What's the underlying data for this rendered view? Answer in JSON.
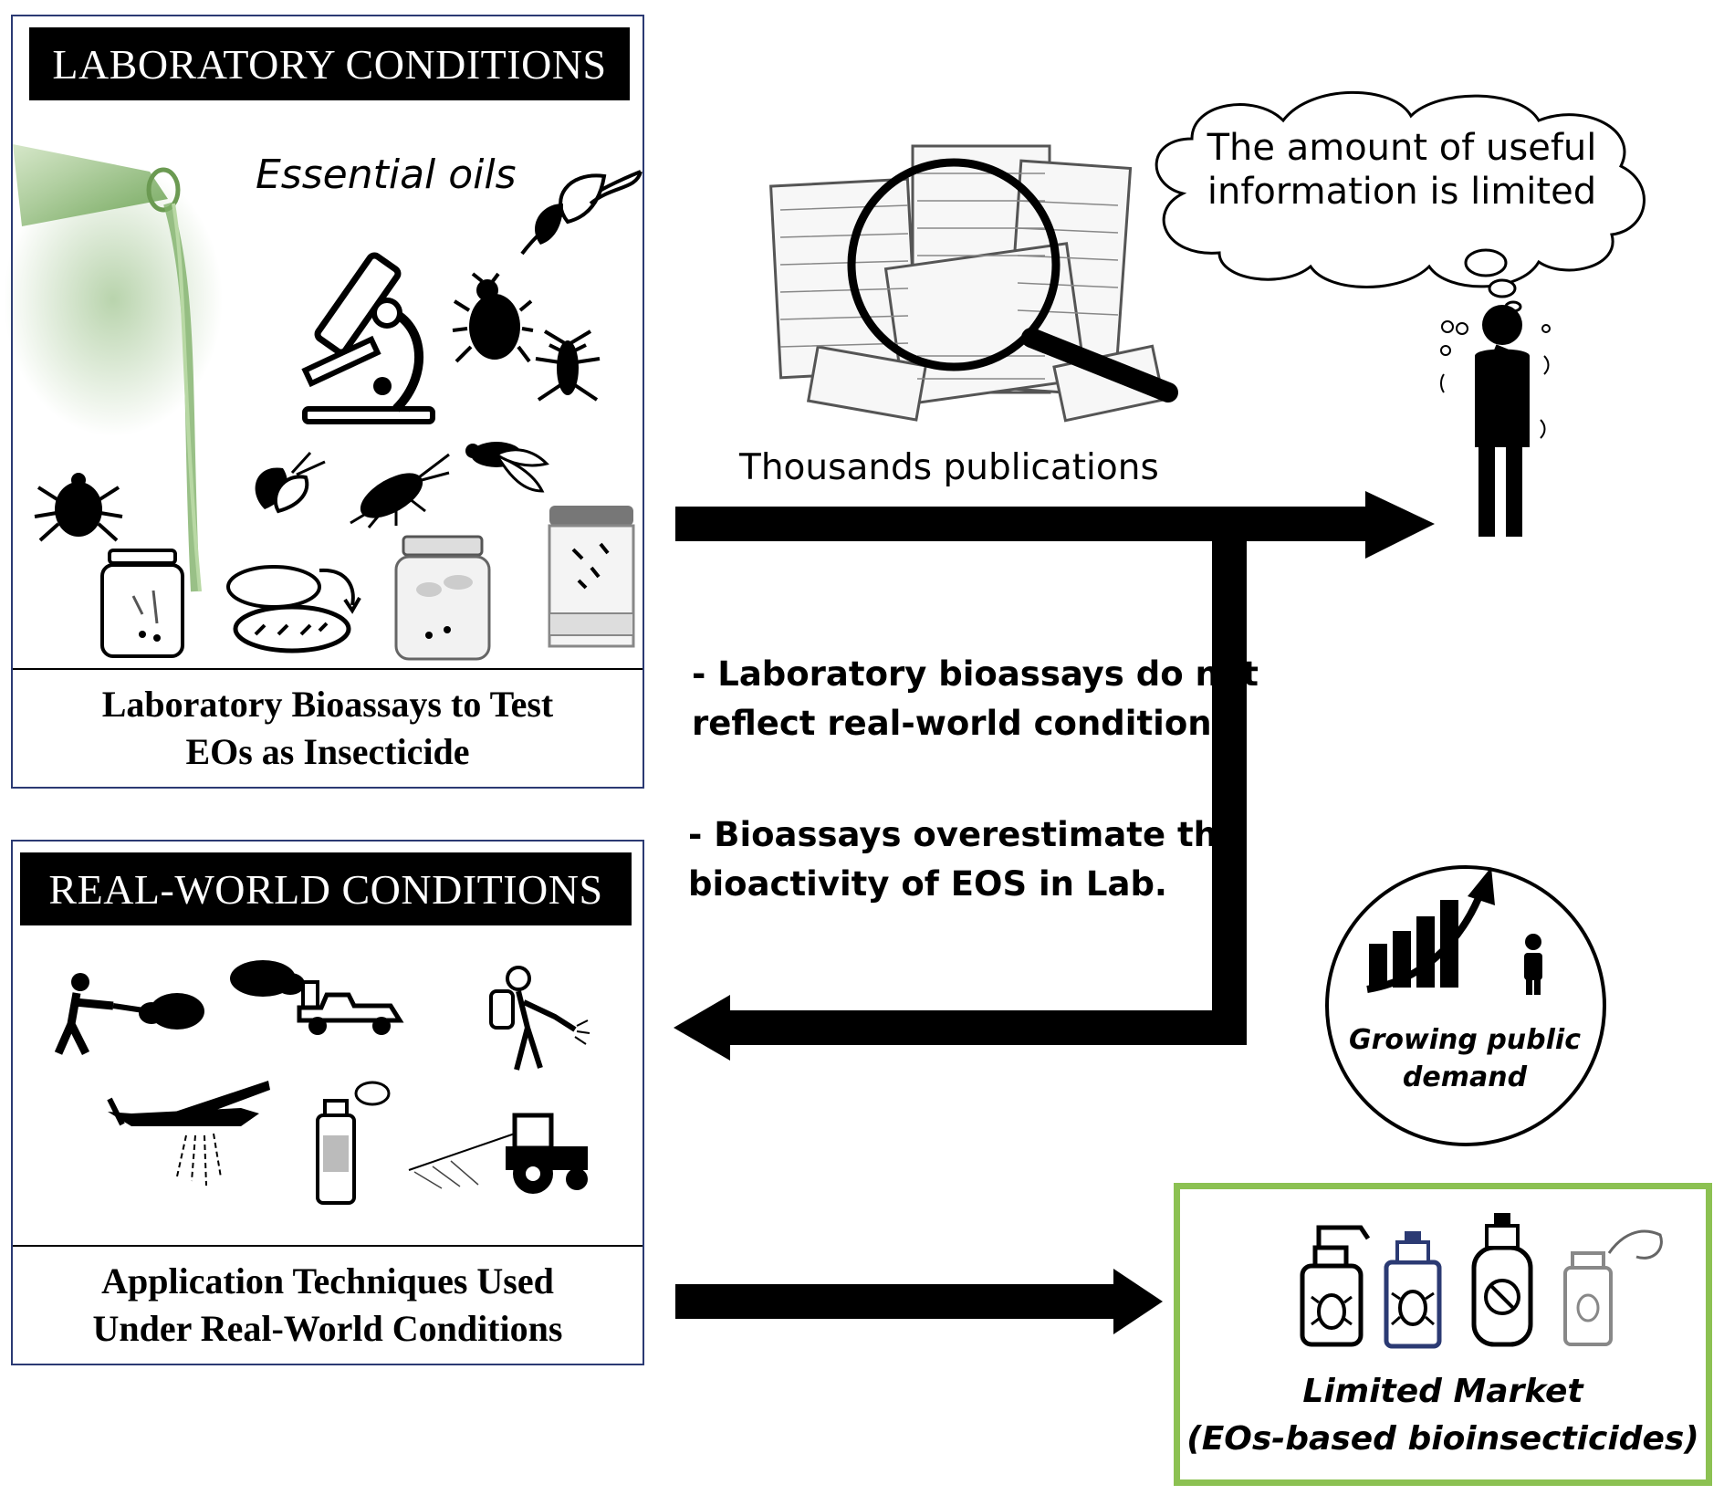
{
  "lab_panel": {
    "header": "LABORATORY CONDITIONS",
    "essential_oils_label": "Essential oils",
    "caption_line1": "Laboratory Bioassays to Test",
    "caption_line2": "EOs as Insecticide"
  },
  "real_panel": {
    "header": "REAL-WORLD CONDITIONS",
    "caption_line1": "Application Techniques Used",
    "caption_line2": "Under Real-World Conditions"
  },
  "publications_label": "Thousands publications",
  "thought_line1": "The amount of useful",
  "thought_line2": "information is limited",
  "bullets": [
    {
      "line1": "- Laboratory bioassays do not",
      "line2": "reflect real-world conditions."
    },
    {
      "line1": "- Bioassays overestimate the",
      "line2": "bioactivity of EOS in Lab."
    }
  ],
  "demand_label_line1": "Growing public",
  "demand_label_line2": "demand",
  "market_label_line1": "Limited Market",
  "market_label_line2": "(EOs-based bioinsecticides)",
  "colors": {
    "panel_border": "#2b3a73",
    "market_border": "#8cc152",
    "oil_green": "#7fb069"
  }
}
